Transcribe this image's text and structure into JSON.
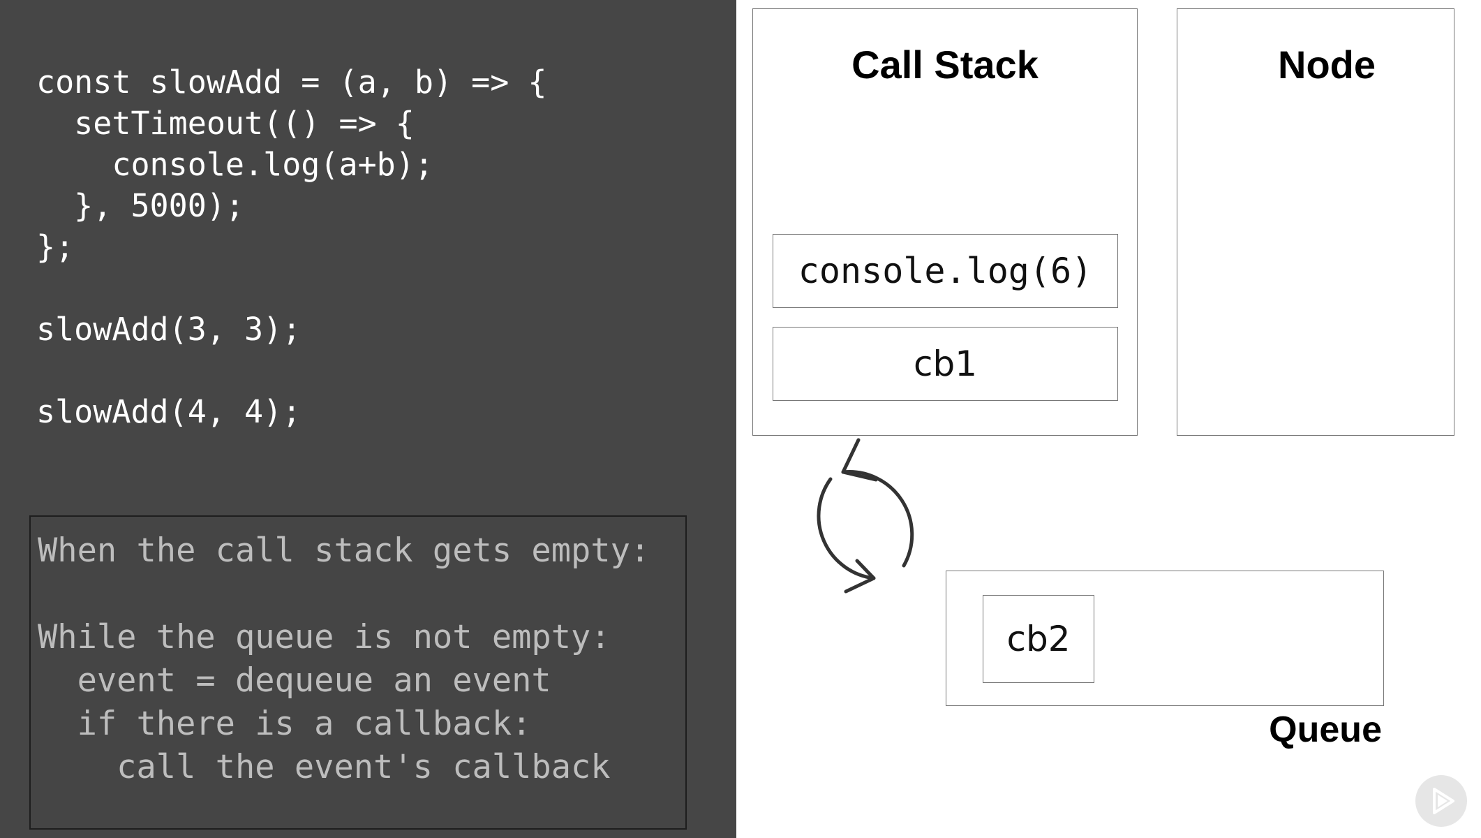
{
  "code_lines": [
    "const slowAdd = (a, b) => {",
    "  setTimeout(() => {",
    "    console.log(a+b);",
    "  }, 5000);",
    "};",
    "",
    "slowAdd(3, 3);",
    "",
    "slowAdd(4, 4);"
  ],
  "pseudocode_lines": [
    "When the call stack gets empty:",
    "",
    "While the queue is not empty:",
    "  event = dequeue an event",
    "  if there is a callback:",
    "    call the event's callback"
  ],
  "call_stack": {
    "title": "Call Stack",
    "frames": [
      "console.log(6)",
      "cb1"
    ]
  },
  "node": {
    "title": "Node"
  },
  "queue": {
    "title": "Queue",
    "items": [
      "cb2"
    ]
  },
  "icons": {
    "loop": "event-loop-cycle-icon",
    "player": "play-icon"
  }
}
